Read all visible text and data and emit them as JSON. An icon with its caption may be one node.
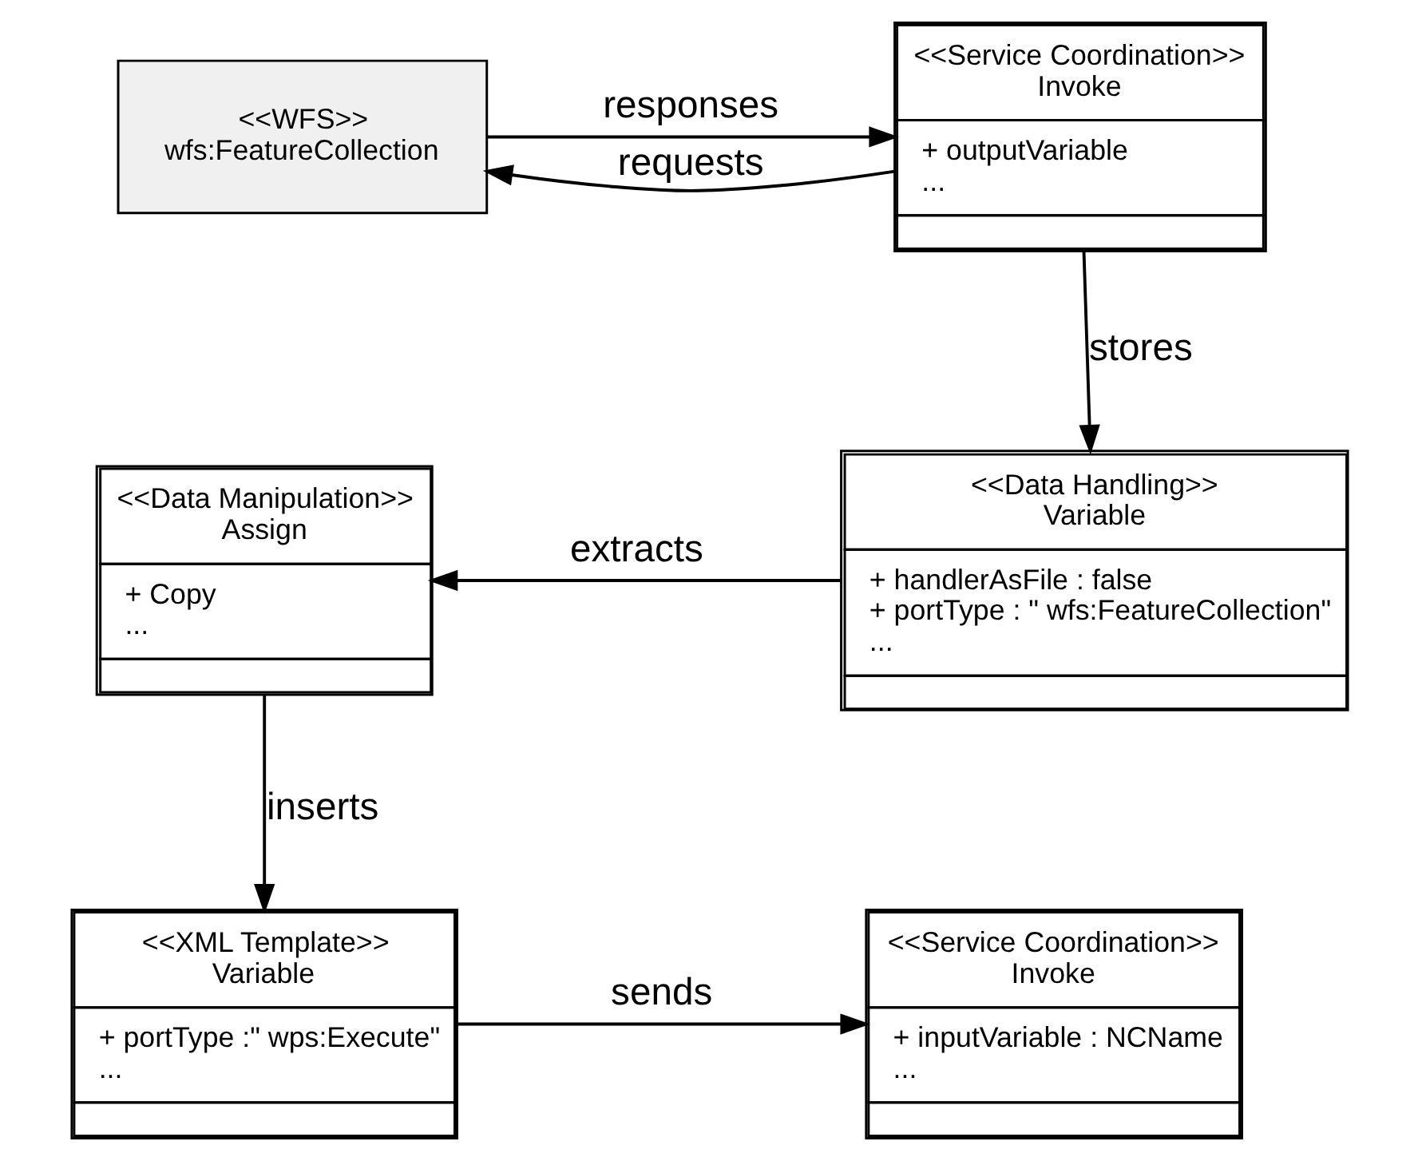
{
  "diagram": {
    "nodes": [
      {
        "text": [
          "<<WFS>>",
          "wfs:FeatureCollection"
        ]
      },
      {
        "text": [
          "<<Service Coordination>>",
          "Invoke",
          "+ outputVariable",
          "..."
        ]
      },
      {
        "text": [
          "<<Data Handling>>",
          "Variable",
          "+ handlerAsFile : false",
          "+ portType : \" wfs:FeatureCollection\"",
          "..."
        ]
      },
      {
        "text": [
          "<<Data Manipulation>>",
          "Assign",
          "+ Copy",
          "..."
        ]
      },
      {
        "text": [
          "<<XML Template>>",
          "Variable",
          "+ portType :\" wps:Execute\"",
          "..."
        ]
      },
      {
        "text": [
          "<<Service Coordination>>",
          "Invoke",
          "+ inputVariable : NCName",
          "..."
        ]
      }
    ],
    "edges": [
      {
        "from": 0,
        "to": 1,
        "arrow": "to",
        "label": "responses"
      },
      {
        "from": 1,
        "to": 0,
        "arrow": "to",
        "label": "requests"
      },
      {
        "from": 1,
        "to": 2,
        "arrow": "to",
        "label": "stores"
      },
      {
        "from": 2,
        "to": 3,
        "arrow": "to",
        "label": "extracts"
      },
      {
        "from": 3,
        "to": 4,
        "arrow": "to",
        "label": "inserts"
      },
      {
        "from": 4,
        "to": 5,
        "arrow": "to",
        "label": "sends"
      }
    ]
  }
}
